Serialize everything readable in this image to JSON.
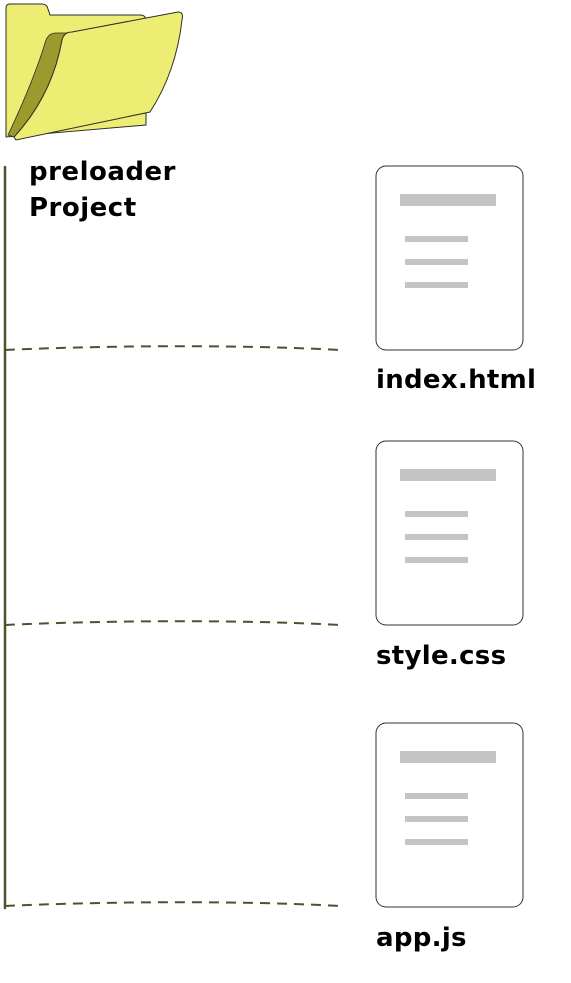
{
  "folder": {
    "icon": "folder-icon",
    "name_line1": "preloader",
    "name_line2": "Project",
    "color": "#eeed73"
  },
  "files": [
    {
      "name": "index.html",
      "icon": "document-icon"
    },
    {
      "name": "style.css",
      "icon": "document-icon"
    },
    {
      "name": "app.js",
      "icon": "document-icon"
    }
  ],
  "colors": {
    "tree_line": "#4d5230",
    "document_border": "#333333",
    "document_lines": "#c4c4c4"
  }
}
